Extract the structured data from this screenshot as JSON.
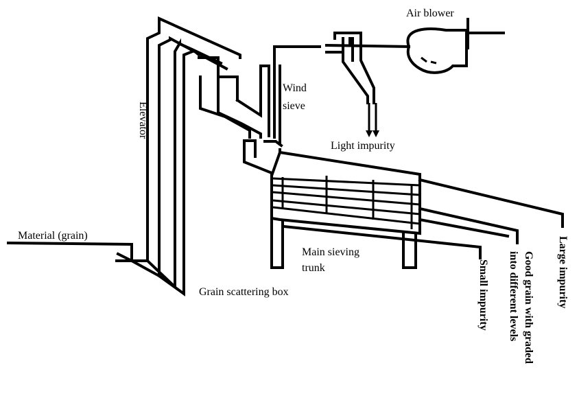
{
  "labels": {
    "air_blower": "Air blower",
    "elevator": "Elevator",
    "wind_sieve_line1": "Wind",
    "wind_sieve_line2": "sieve",
    "light_impurity": "Light impurity",
    "material": "Material (grain)",
    "main_trunk_line1": "Main sieving",
    "main_trunk_line2": "trunk",
    "grain_scattering_box": "Grain scattering box",
    "small_impurity": "Small impurity",
    "good_grain_line1": "Good grain with graded",
    "good_grain_line2": "into different levels",
    "large_impurity": "Large impurity"
  }
}
